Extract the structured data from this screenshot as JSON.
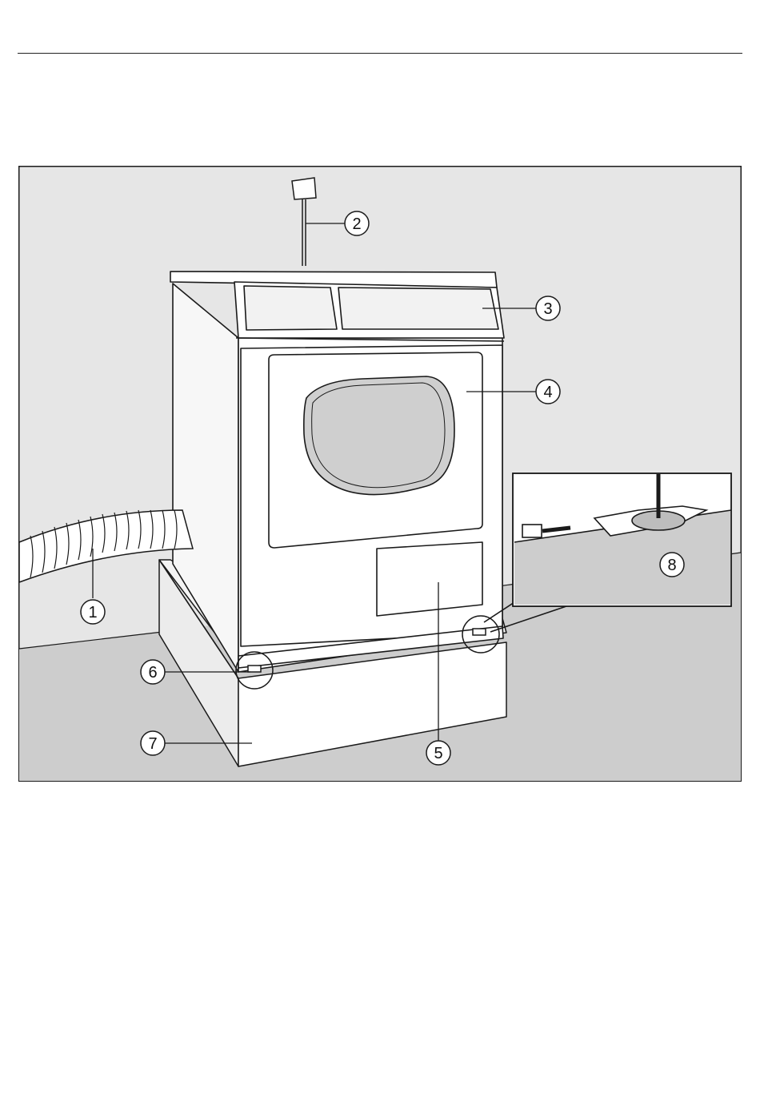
{
  "figure": {
    "callouts": [
      {
        "id": "hose",
        "label": "1"
      },
      {
        "id": "power-plug",
        "label": "2"
      },
      {
        "id": "control-panel",
        "label": "3"
      },
      {
        "id": "door",
        "label": "4"
      },
      {
        "id": "plinth-panel",
        "label": "5"
      },
      {
        "id": "adjustable-foot",
        "label": "6"
      },
      {
        "id": "plinth",
        "label": "7"
      },
      {
        "id": "foot-detail",
        "label": "8"
      }
    ]
  },
  "colors": {
    "wall": "#e6e6e6",
    "floor": "#cdcdcd",
    "appliance": "#ffffff",
    "window": "#cfcfcf",
    "line": "#1a1a1a"
  }
}
